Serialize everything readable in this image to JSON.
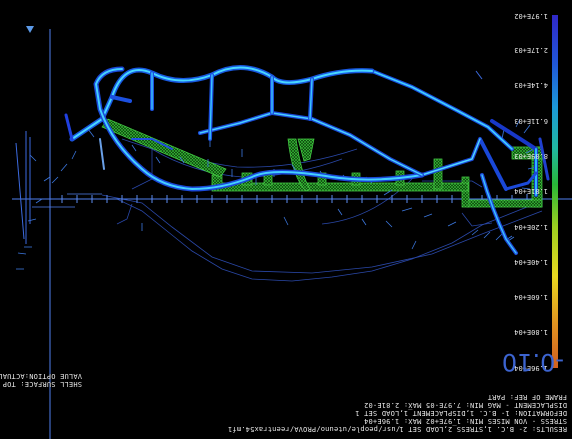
{
  "legend": {
    "labels": [
      "1.96E+04",
      "1.80E+04",
      "1.60E+04",
      "1.40E+04",
      "1.20E+04",
      "1.01E+04",
      "8.09E+03",
      "6.11E+03",
      "4.14E+03",
      "2.17E+03",
      "1.97E+02"
    ],
    "shell_surface": "SHELL SURFACE: TOP",
    "value_option": "VALUE OPTION:ACTUAL"
  },
  "info": {
    "results": "RESULTS: 2- B.C. 1,STRESS_2,LOAD SET 1",
    "stress": "STRESS - VON MISES MIN: 1.97E+02 MAX: 1.96E+04",
    "deformation": "DEFORMATION: 1- B.C. 1,DISPLACEMENT_1,LOAD SET 1",
    "displacement": "DISPLACEMENT - MAG MIN: 7.97E-05 MAX: 2.81E-02",
    "frame": "FRAME OF REF: PART",
    "file_path": "/usr/people/uteuno/PROVA/reentrax54.mf1"
  },
  "view_id": "-0.10",
  "colors": {
    "background": "#000000",
    "frame": "#2a9a2a",
    "beam_light": "#40c8ff",
    "beam_dark": "#1838c8",
    "wire": "#2a48a8",
    "axis": "#4f7ff0"
  }
}
